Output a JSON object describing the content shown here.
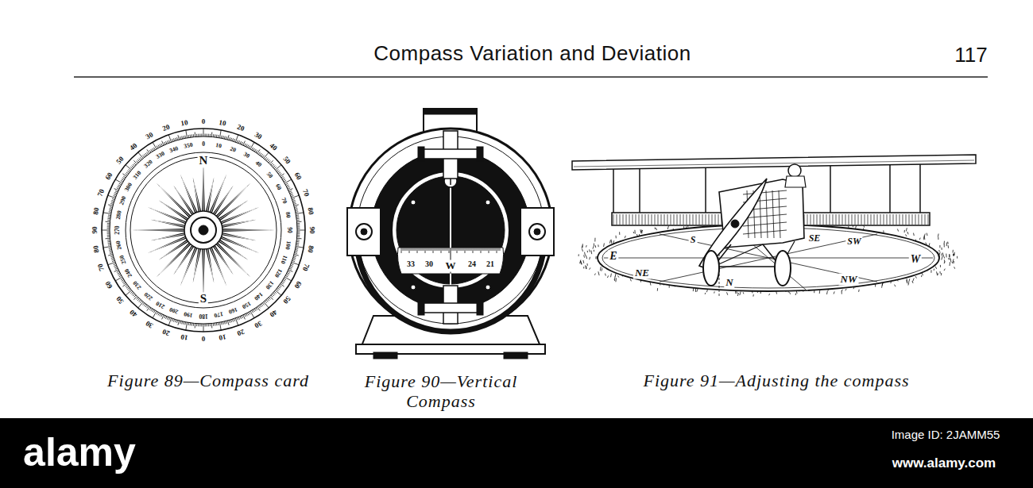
{
  "diagram": {
    "title": "Compass Variation and Deviation",
    "labels": [
      "117",
      "Figure 89—Compass card",
      "Figure 90—Vertical Compass",
      "Figure 91—Adjusting the compass",
      "N",
      "S",
      "33",
      "30",
      "W",
      "24",
      "21",
      "E",
      "NE",
      "N",
      "S",
      "SE",
      "SW",
      "W",
      "NW",
      "alamy",
      "Image ID: 2JAMM55",
      "www.alamy.com",
      "0",
      "10",
      "20",
      "30",
      "40",
      "50",
      "60",
      "70",
      "80",
      "90",
      "80",
      "70",
      "60",
      "50",
      "40",
      "30",
      "20",
      "10",
      "0",
      "10",
      "20",
      "30",
      "40",
      "50",
      "60",
      "70",
      "80",
      "90",
      "80",
      "70",
      "60",
      "50",
      "40",
      "30",
      "20",
      "10",
      "0",
      "10",
      "20",
      "30",
      "40",
      "50",
      "60",
      "70",
      "80",
      "90",
      "100",
      "110",
      "120",
      "130",
      "140",
      "150",
      "160",
      "170",
      "180",
      "190",
      "200",
      "210",
      "220",
      "230",
      "240",
      "250",
      "260",
      "270",
      "280",
      "290",
      "300",
      "310",
      "320",
      "330",
      "340",
      "350"
    ]
  }
}
